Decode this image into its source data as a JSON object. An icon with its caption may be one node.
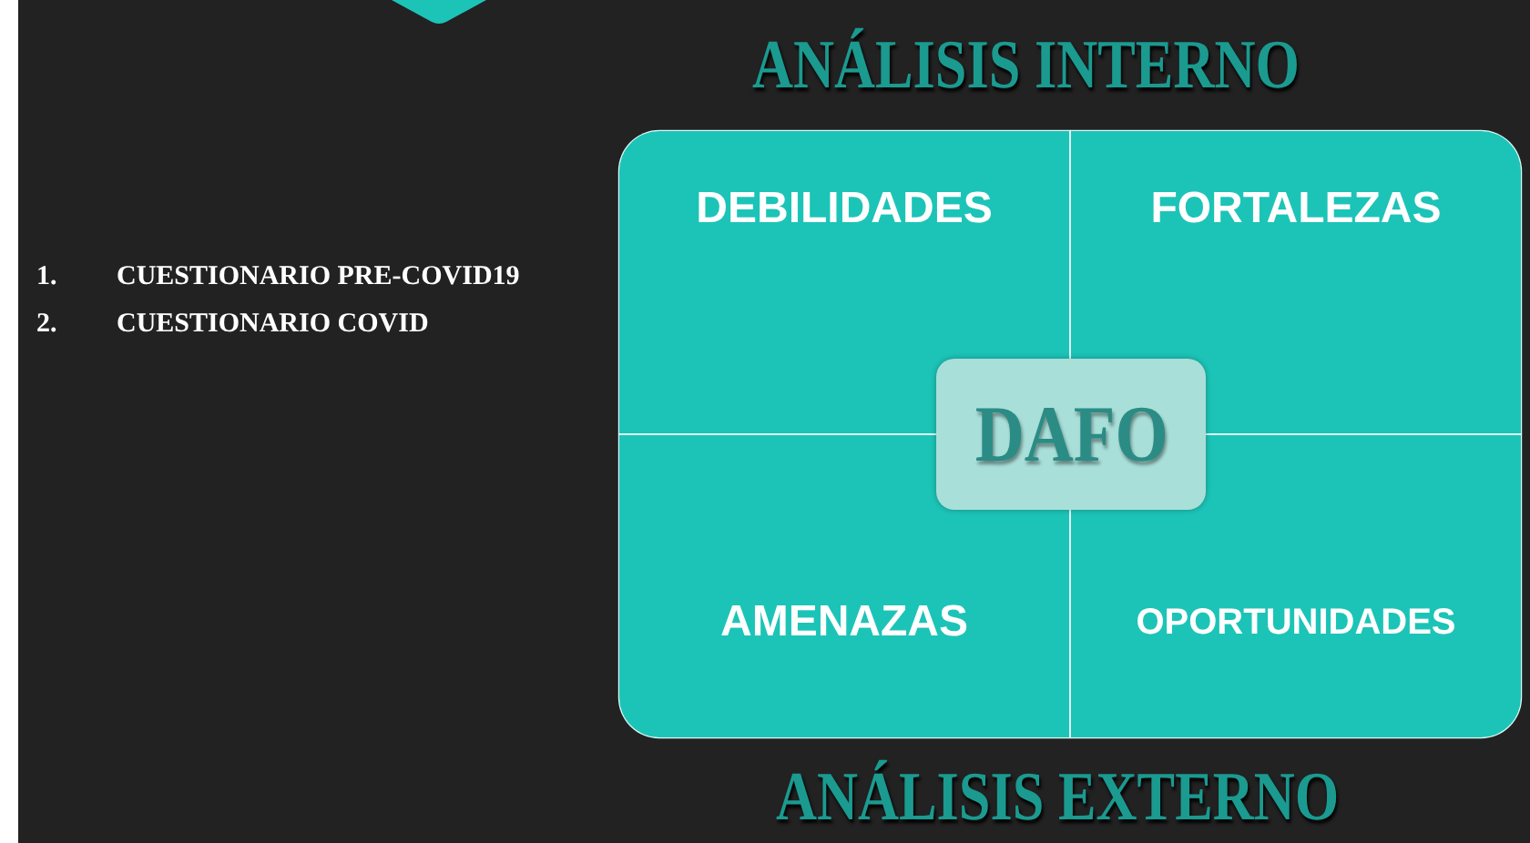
{
  "diagram": {
    "nodes": [
      {
        "text": [
          "DEBILIDADES"
        ]
      },
      {
        "text": [
          "FORTALEZAS"
        ]
      },
      {
        "text": [
          "DAFO"
        ]
      },
      {
        "text": [
          "AMENAZAS"
        ]
      },
      {
        "text": [
          "OPORTUNIDADES"
        ]
      }
    ],
    "labels": [
      "ANÁLISIS INTERNO",
      "1.",
      "CUESTIONARIO PRE-COVID19",
      "2.",
      "CUESTIONARIO COVID",
      "ANÁLISIS EXTERNO"
    ]
  }
}
